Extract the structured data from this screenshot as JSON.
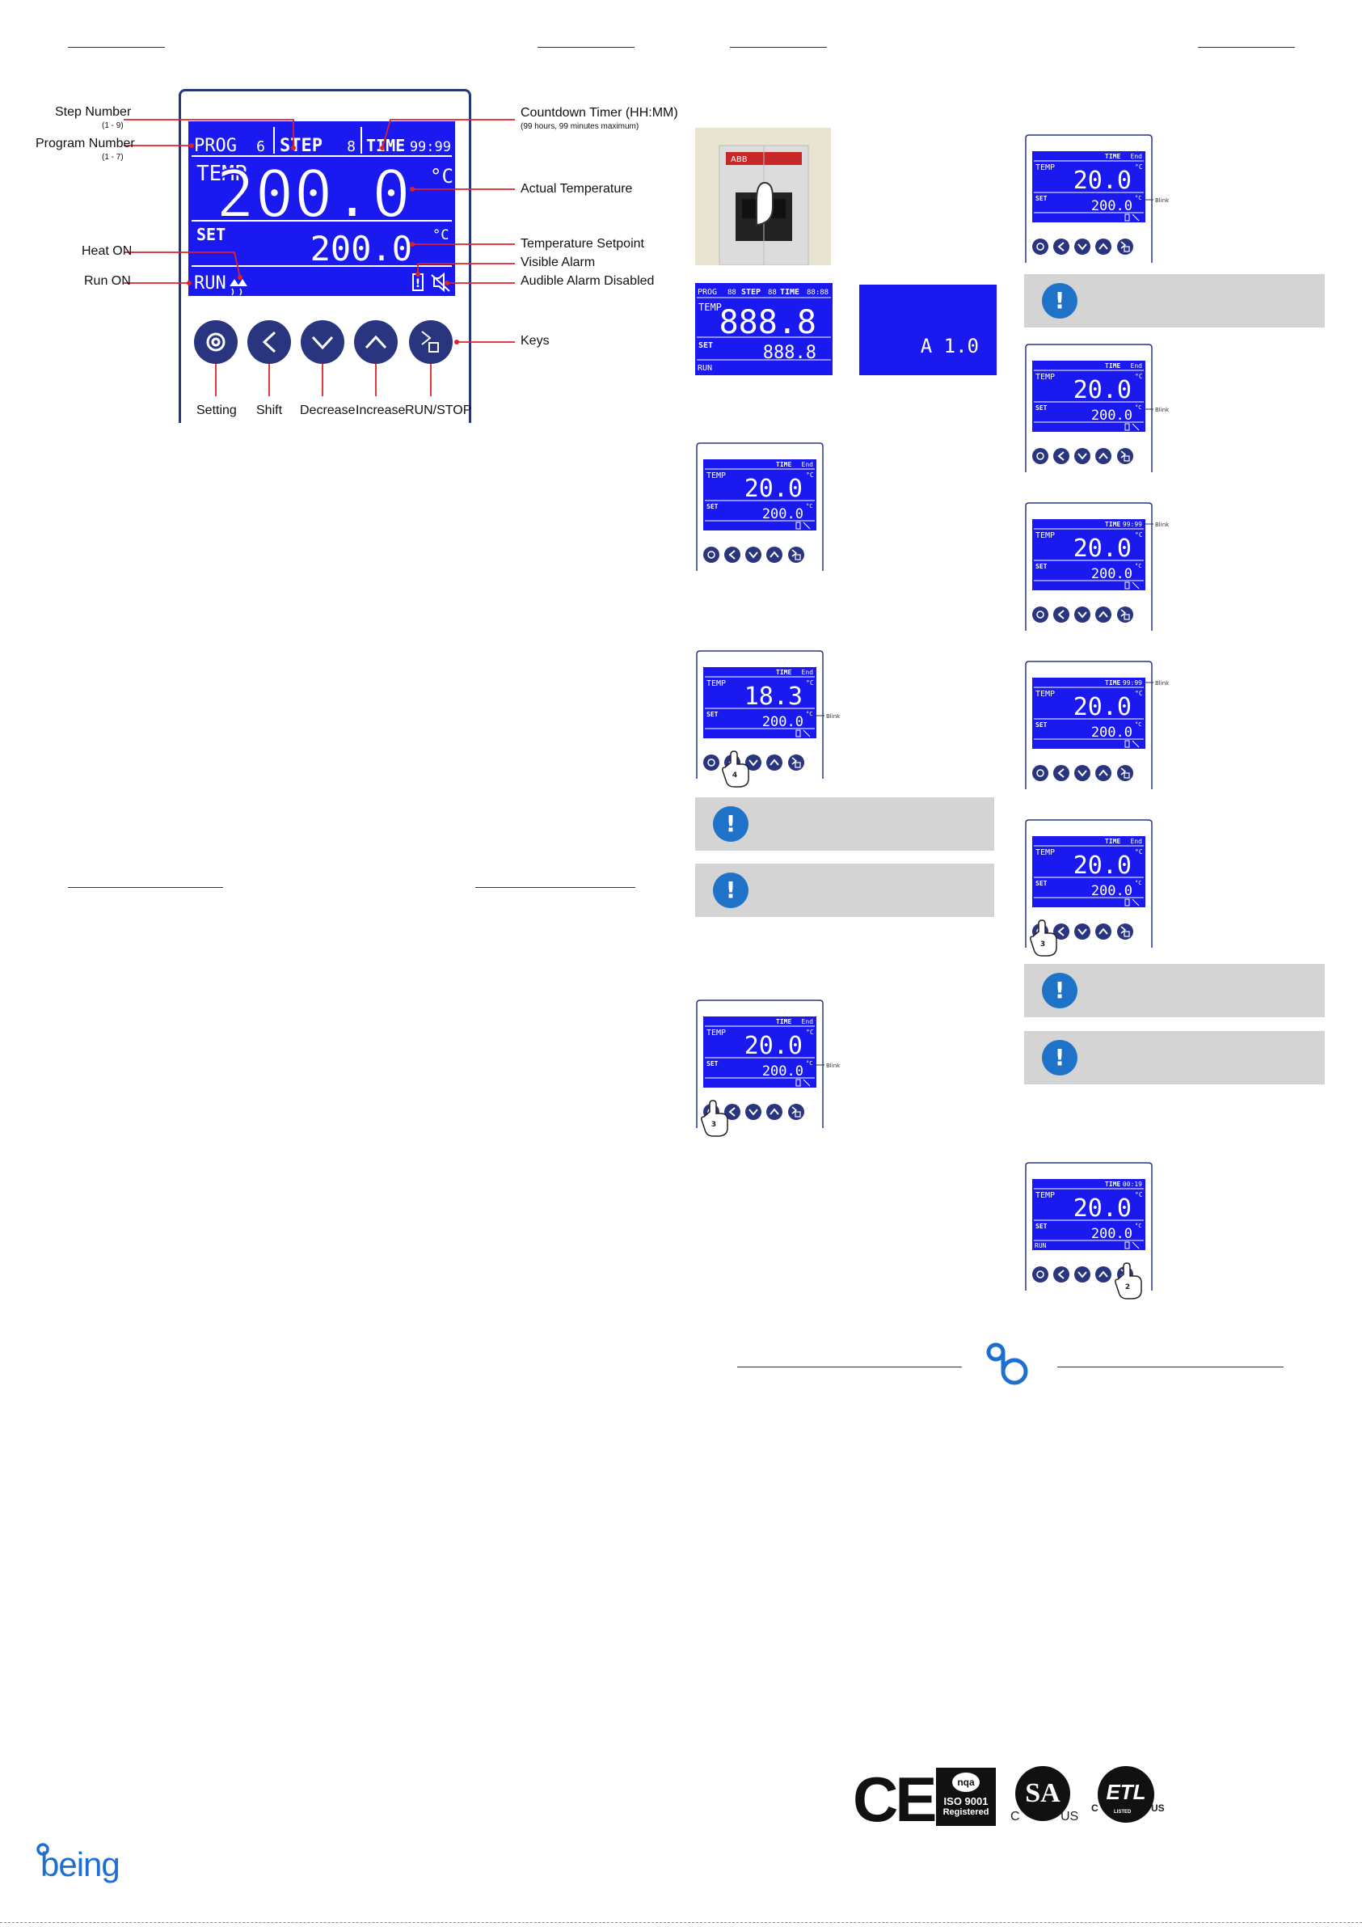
{
  "main_display": {
    "prog": "PROG",
    "prog_value": "6",
    "step": "STEP",
    "step_value": "8",
    "time": "TIME",
    "time_value": "99:99",
    "temp": "TEMP",
    "temp_value": "200.0",
    "unit": "°C",
    "set": "SET",
    "set_value": "200.0",
    "run": "RUN"
  },
  "callouts": {
    "step_number": "Step Number",
    "step_range": "(1 - 9)",
    "program_number": "Program Number",
    "program_range": "(1 - 7)",
    "heat_on": "Heat ON",
    "run_on": "Run ON",
    "countdown_timer": "Countdown Timer (HH:MM)",
    "countdown_note": "(99 hours, 99 minutes maximum)",
    "actual_temperature": "Actual Temperature",
    "temperature_setpoint": "Temperature Setpoint",
    "visible_alarm": "Visible Alarm",
    "audible_alarm_disabled": "Audible Alarm Disabled",
    "keys": "Keys"
  },
  "keys": [
    {
      "label": "Setting",
      "icon": "gear-icon"
    },
    {
      "label": "Shift",
      "icon": "chevron-left-icon"
    },
    {
      "label": "Decrease",
      "icon": "chevron-down-icon"
    },
    {
      "label": "Increase",
      "icon": "chevron-up-icon"
    },
    {
      "label": "RUN/STOP",
      "icon": "run-stop-icon"
    }
  ],
  "test_display": {
    "prog": "PROG",
    "prog_value": "88",
    "step": "STEP",
    "step_value": "88",
    "time": "TIME",
    "time_value": "88:88",
    "temp": "TEMP",
    "temp_value": "888.8",
    "set": "SET",
    "set_value": "888.8",
    "run": "RUN"
  },
  "version_display": {
    "text": "A 1.0"
  },
  "mini_displays": [
    {
      "temp": "20.0",
      "set": "200.0",
      "time": "End",
      "run": "",
      "press": "",
      "note": ""
    },
    {
      "temp": "18.3",
      "set": "200.0",
      "time": "End",
      "run": "",
      "press": "4",
      "note": "Blink"
    },
    {
      "temp": "20.0",
      "set": "200.0",
      "time": "End",
      "run": "",
      "press": "3",
      "note": "Blink"
    },
    {
      "temp": "20.0",
      "set": "200.0",
      "time": "End",
      "run": "",
      "press": "",
      "note": "Blink"
    },
    {
      "temp": "20.0",
      "set": "200.0",
      "time": "End",
      "run": "",
      "press": "",
      "note": "Blink"
    },
    {
      "temp": "20.0",
      "set": "200.0",
      "time": "99:99",
      "run": "",
      "press": "",
      "note": "Blink"
    },
    {
      "temp": "20.0",
      "set": "200.0",
      "time": "99:99",
      "run": "",
      "press": "",
      "note": "Blink"
    },
    {
      "temp": "20.0",
      "set": "200.0",
      "time": "End",
      "run": "",
      "press": "3",
      "note": ""
    },
    {
      "temp": "20.0",
      "set": "200.0",
      "time": "00:19",
      "run": "RUN",
      "press": "2",
      "note": ""
    }
  ],
  "mini_labels": {
    "time": "TIME",
    "temp": "TEMP",
    "set": "SET",
    "unit": "°C"
  },
  "breaker": {
    "brand": "ABB"
  },
  "brand": {
    "logo_text": "being"
  },
  "certifications": {
    "ce": "CE",
    "iso_top": "nqa",
    "iso_mid": "ISO 9001",
    "iso_bottom": "Registered",
    "csa": "SA",
    "csa_c": "C",
    "csa_us": "US",
    "etl": "ETL",
    "etl_c": "C",
    "etl_us": "US",
    "etl_listed": "LISTED"
  },
  "colors": {
    "lcd_blue": "#1a1af0",
    "key_navy": "#2a3580",
    "callout_red": "#e0202a",
    "notice_gray": "#d4d4d4",
    "info_blue": "#1e73c9",
    "brand_blue": "#1f6fd1"
  }
}
